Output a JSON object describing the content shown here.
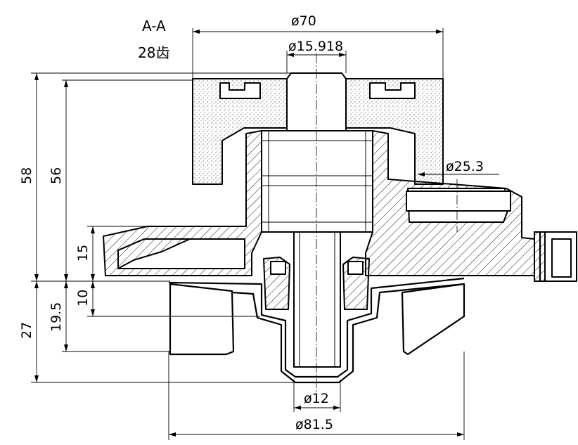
{
  "section": {
    "view_label": "A-A",
    "teeth_label": "28齿"
  },
  "dimensions": {
    "outer_diameter": "ø70",
    "shaft_diameter": "ø15.918",
    "bore_diameter": "ø25.3",
    "shaft_end_diameter": "ø12",
    "impeller_diameter": "ø81.5",
    "total_height": "58",
    "pulley_height": "56",
    "flange_height": "15",
    "impeller_offset": "10",
    "impeller_depth": "19.5",
    "impeller_total": "27"
  }
}
